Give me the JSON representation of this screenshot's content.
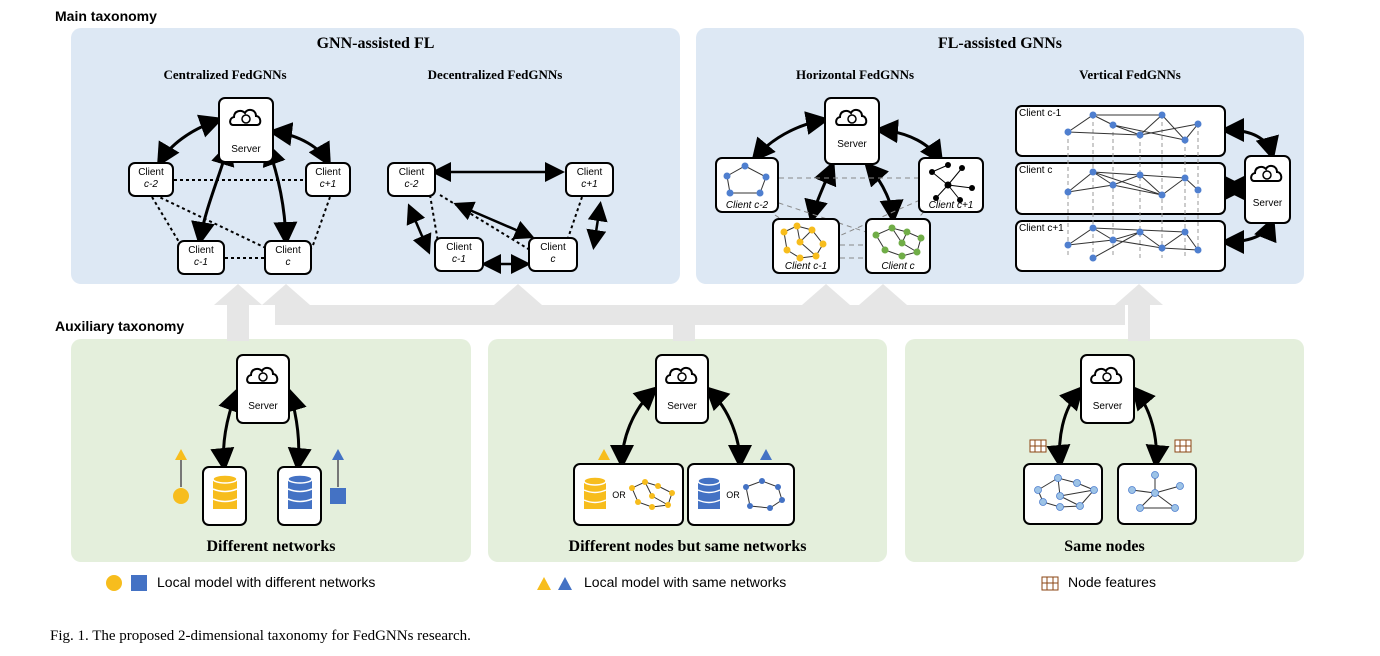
{
  "labels": {
    "main_taxonomy": "Main taxonomy",
    "auxiliary_taxonomy": "Auxiliary taxonomy"
  },
  "panels": {
    "gnn_fl": {
      "title": "GNN-assisted FL",
      "centralized": "Centralized FedGNNs",
      "decentralized": "Decentralized FedGNNs"
    },
    "fl_gnn": {
      "title": "FL-assisted GNNs",
      "horizontal": "Horizontal FedGNNs",
      "vertical": "Vertical FedGNNs"
    },
    "aux": {
      "different_networks": "Different networks",
      "different_nodes": "Different nodes but same networks",
      "same_nodes": "Same nodes"
    }
  },
  "nodes": {
    "server": "Server",
    "client": "Client",
    "c_minus_2": "c-2",
    "c_plus_1": "c+1",
    "c_minus_1": "c-1",
    "c": "c",
    "client_c_minus_2": "Client c-2",
    "client_c_plus_1": "Client c+1",
    "client_c_minus_1": "Client c-1",
    "client_c": "Client c",
    "or": "OR"
  },
  "legend": {
    "different": "Local model with different networks",
    "same": "Local model with same networks",
    "features": "Node features"
  },
  "caption": "Fig. 1.  The proposed 2-dimensional taxonomy for FedGNNs research.",
  "colors": {
    "panel_blue": "#dde8f4",
    "panel_green": "#e4efdc",
    "yellow": "#f7bd1d",
    "blue": "#4472c4",
    "node_blue": "#4f7fcf",
    "green": "#70ad47",
    "light_blue": "#9dc3e6"
  }
}
